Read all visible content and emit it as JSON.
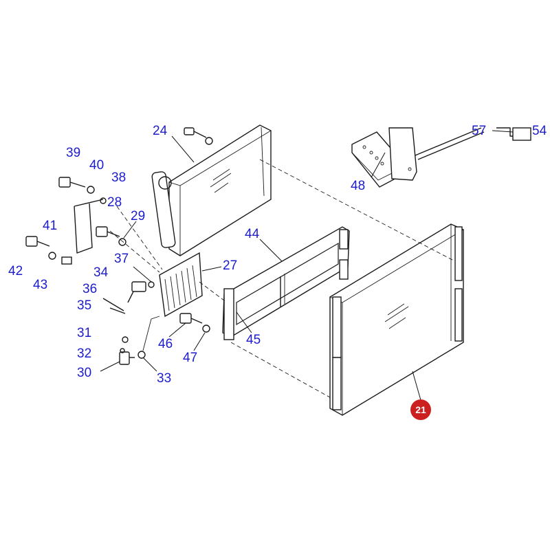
{
  "labels": {
    "l24": "24",
    "l57": "57",
    "l54": "54",
    "l39": "39",
    "l40": "40",
    "l38": "38",
    "l28": "28",
    "l48": "48",
    "l29": "29",
    "l41": "41",
    "l44": "44",
    "l42": "42",
    "l37": "37",
    "l27": "27",
    "l43": "43",
    "l34": "34",
    "l36": "36",
    "l35": "35",
    "l46": "46",
    "l45": "45",
    "l31": "31",
    "l32": "32",
    "l30": "30",
    "l47": "47",
    "l33": "33"
  },
  "badge": {
    "text": "21",
    "color": "#cc1f1f"
  },
  "colors": {
    "label": "#1c1ccc",
    "line": "#1a1a1a"
  }
}
